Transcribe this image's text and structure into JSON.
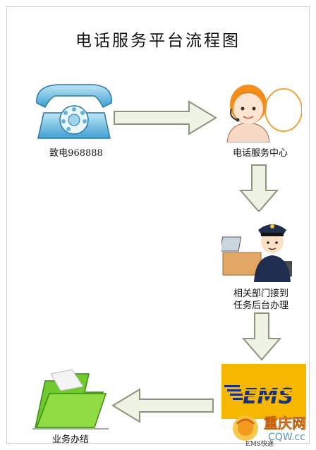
{
  "title": "电话服务平台流程图",
  "nodes": {
    "phone": {
      "label": "致电968888"
    },
    "service": {
      "label": "电话服务中心"
    },
    "dept": {
      "label_line1": "相关部门接到",
      "label_line2": "任务后台办理"
    },
    "ems": {
      "logo": "EMS",
      "label": "EMS快递"
    },
    "done": {
      "label": "业务办结"
    }
  },
  "watermark": {
    "cn": "重庆网",
    "en": "CQW.cc"
  },
  "colors": {
    "arrow_fill": "#eef3e6",
    "arrow_stroke": "#8a9579",
    "ems_yellow": "#f6b700",
    "ems_blue": "#1c2f7a",
    "folder_green": "#6fca2e"
  }
}
